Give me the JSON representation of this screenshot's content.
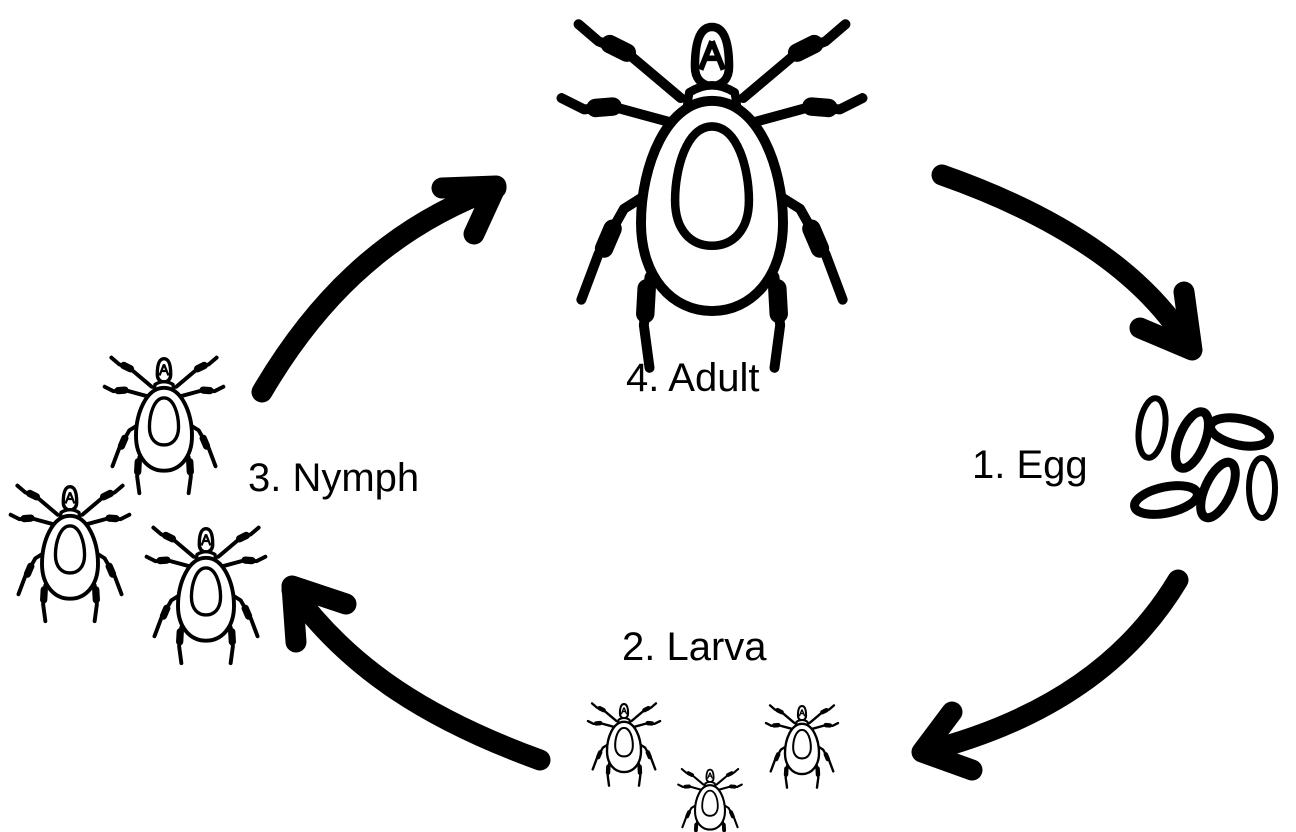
{
  "stages": [
    {
      "id": "egg",
      "label": "1. Egg"
    },
    {
      "id": "larva",
      "label": "2. Larva"
    },
    {
      "id": "nymph",
      "label": "3. Nymph"
    },
    {
      "id": "adult",
      "label": "4. Adult"
    }
  ],
  "colors": {
    "ink": "#000000",
    "background": "#ffffff"
  },
  "icons": [
    "tick-icon",
    "egg-cluster-icon",
    "cycle-arrow-icon"
  ]
}
